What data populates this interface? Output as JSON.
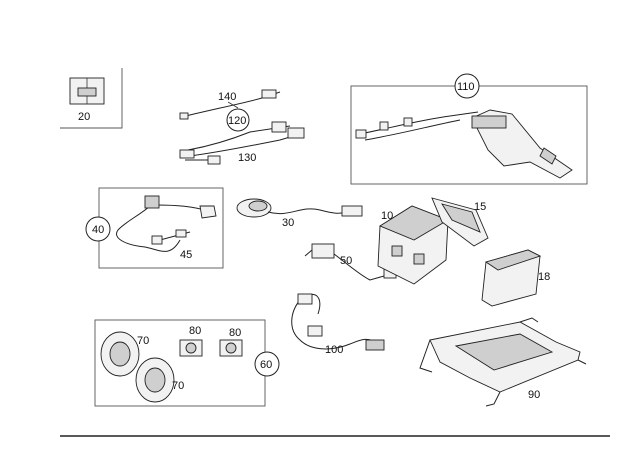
{
  "callouts": {
    "c10": "10",
    "c15": "15",
    "c18": "18",
    "c20": "20",
    "c30": "30",
    "c40": "40",
    "c45": "45",
    "c50": "50",
    "c60": "60",
    "c70a": "70",
    "c70b": "70",
    "c80a": "80",
    "c80b": "80",
    "c90": "90",
    "c100": "100",
    "c110": "110",
    "c120": "120",
    "c130": "130",
    "c140": "140"
  }
}
